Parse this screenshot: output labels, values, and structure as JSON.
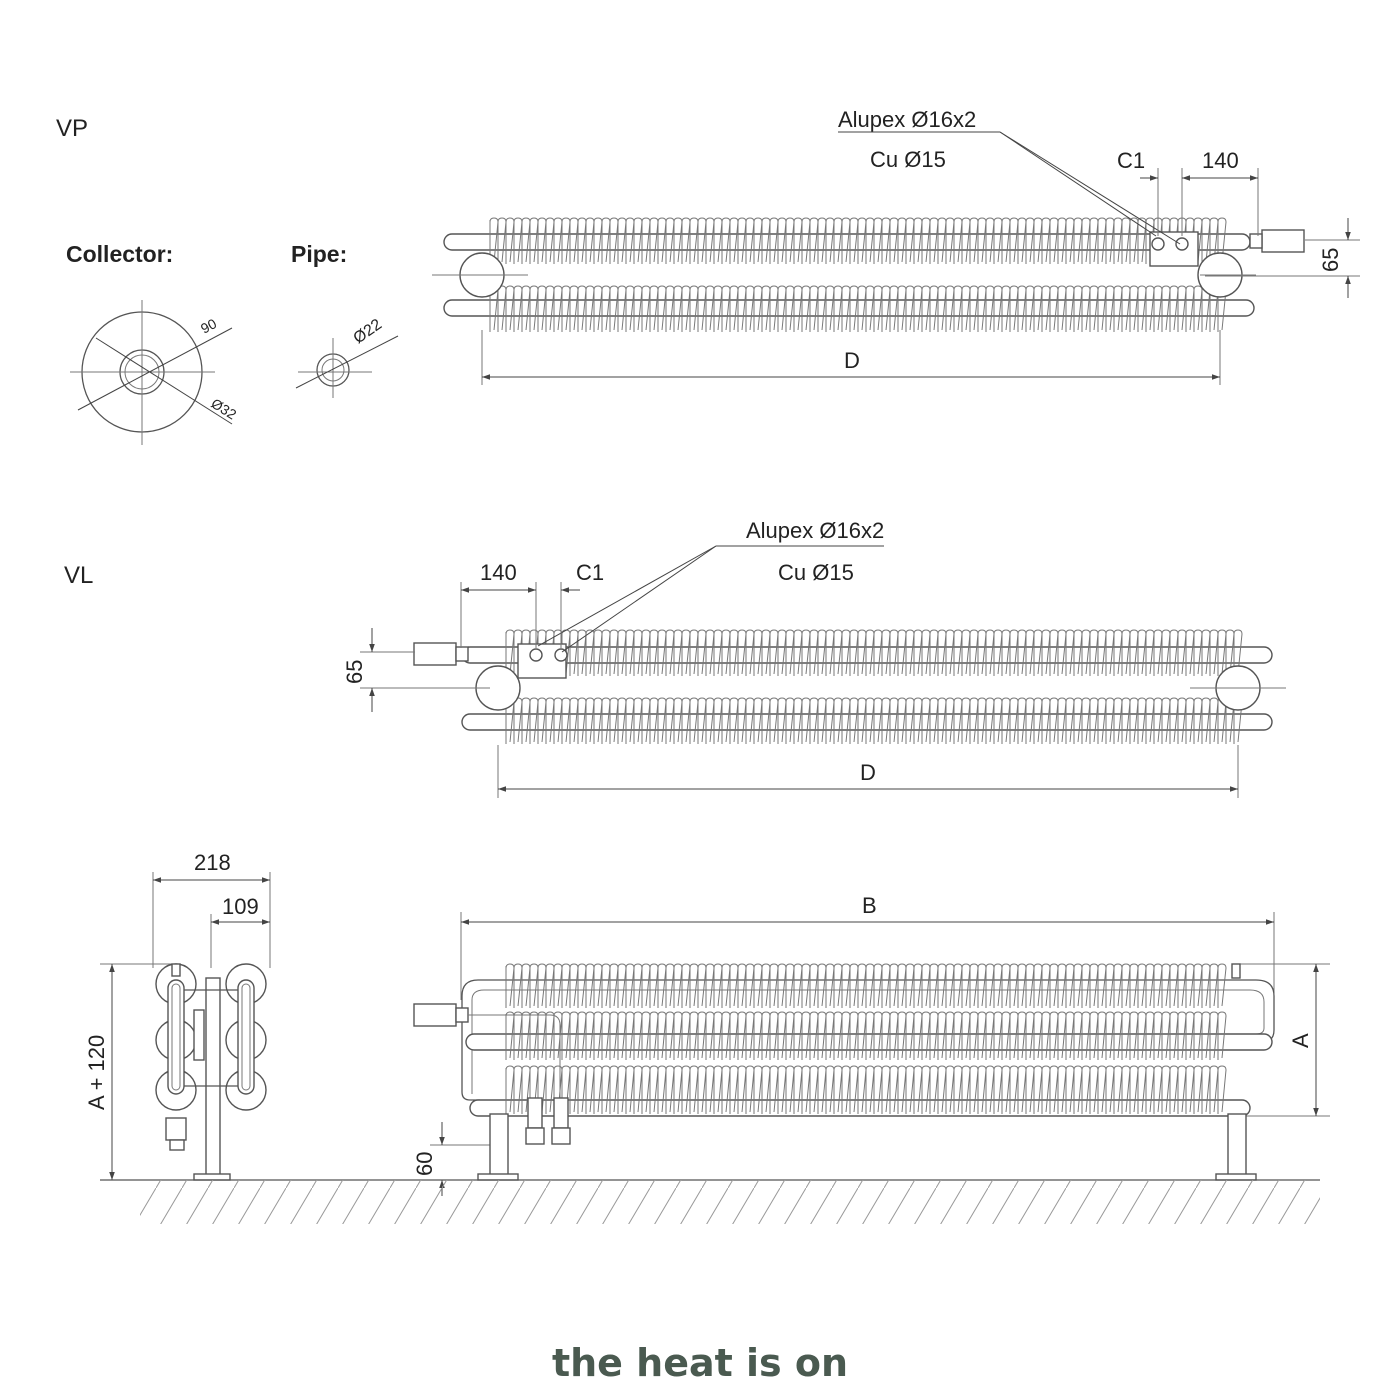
{
  "views": {
    "vp": {
      "title": "VP",
      "alupex": "Alupex Ø16x2",
      "cu": "Cu Ø15",
      "c1": "C1",
      "d140": "140",
      "d65": "65",
      "length": "D"
    },
    "vl": {
      "title": "VL",
      "alupex": "Alupex Ø16x2",
      "cu": "Cu Ø15",
      "c1": "C1",
      "d140": "140",
      "d65": "65",
      "length": "D"
    },
    "side": {
      "width": "218",
      "half_width": "109",
      "height": "A + 120"
    },
    "front": {
      "length": "B",
      "height": "A",
      "foot": "60"
    }
  },
  "sections": {
    "collector": {
      "label": "Collector:",
      "outer": "90",
      "inner": "Ø32"
    },
    "pipe": {
      "label": "Pipe:",
      "diameter": "Ø22"
    }
  },
  "brand": {
    "text": "the heat is on",
    "color": "#4a5a50"
  }
}
